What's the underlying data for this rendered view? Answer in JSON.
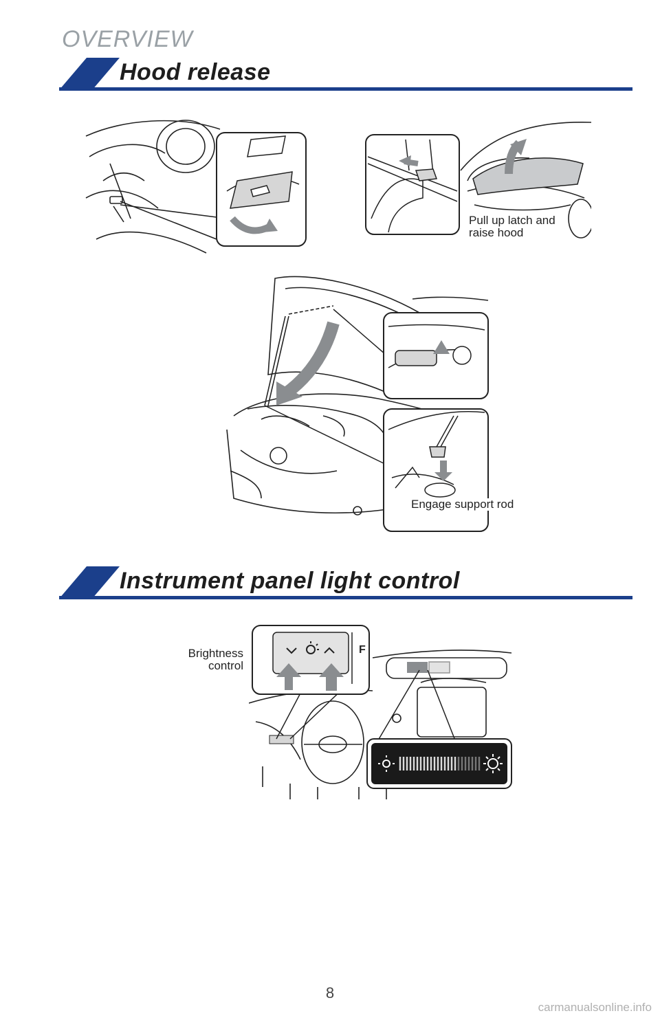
{
  "page": {
    "section_label": "OVERVIEW",
    "page_number": "8",
    "watermark": "carmanualsonline.info"
  },
  "hood_release": {
    "title": "Hood release",
    "callouts": {
      "pull_latch": "Pull up latch and\nraise hood",
      "support_rod": "Engage support rod"
    }
  },
  "instrument_panel": {
    "title": "Instrument panel light control",
    "callouts": {
      "brightness": "Brightness\ncontrol"
    }
  },
  "colors": {
    "header_blue": "#1b3f8b",
    "arrow_gray": "#8a8d90",
    "title_gray": "#9aa1a6"
  }
}
